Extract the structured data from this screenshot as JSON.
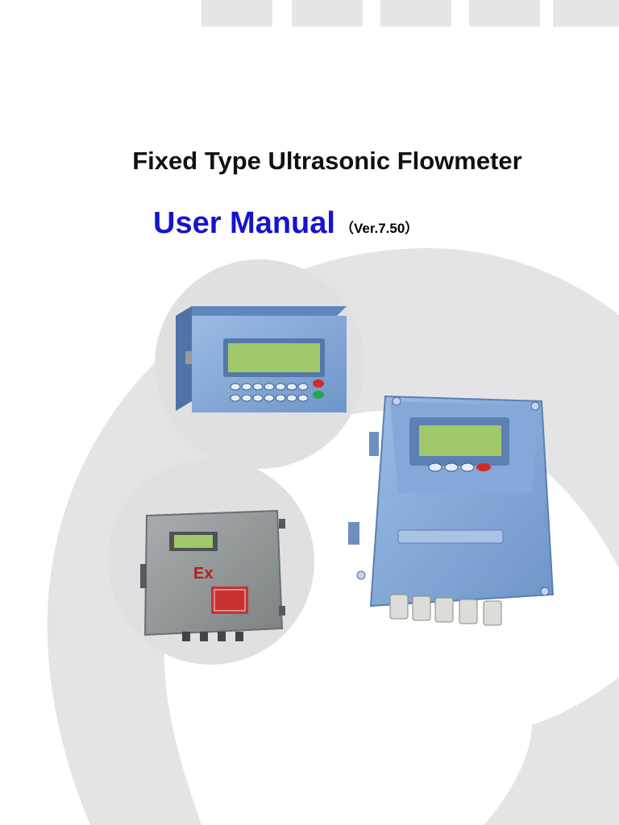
{
  "cover": {
    "title": "Fixed Type Ultrasonic Flowmeter",
    "subtitle": "User Manual",
    "version": "（Ver.7.50）",
    "ex_mark": "Ex"
  },
  "header_tabs": 5,
  "colors": {
    "subtitle": "#1414d0",
    "background_ring": "#e4e4e6",
    "device_blue": "#7a9ed0",
    "device_gray": "#8e9394",
    "lcd_green": "#9fc86a"
  }
}
